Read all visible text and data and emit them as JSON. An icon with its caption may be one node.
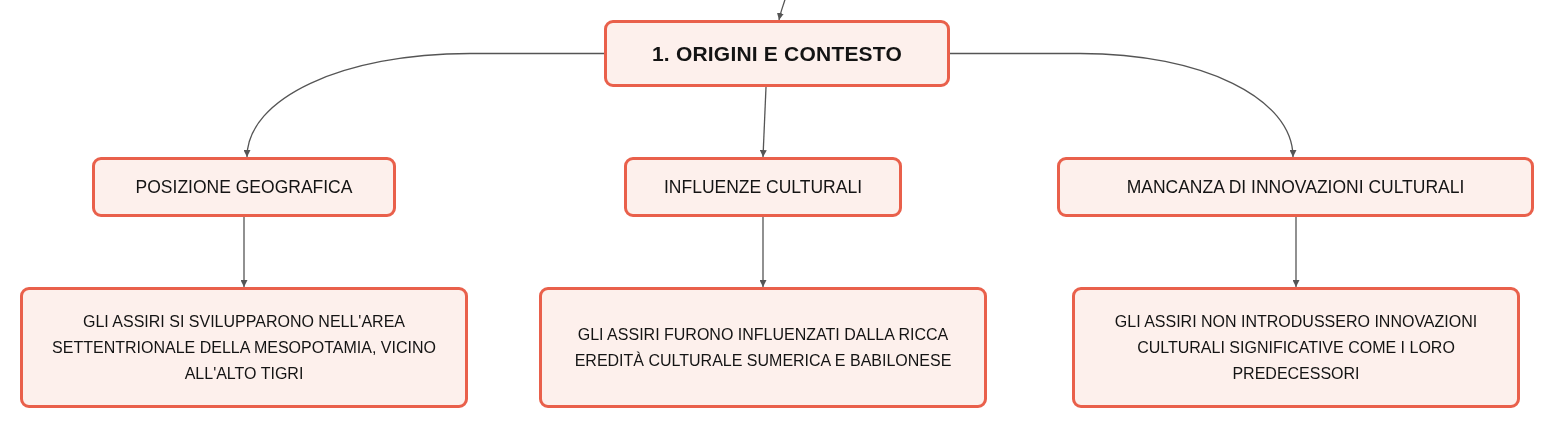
{
  "diagram": {
    "nodes": [
      {
        "text": [
          "1. ORIGINI E CONTESTO"
        ]
      },
      {
        "text": [
          "POSIZIONE GEOGRAFICA"
        ]
      },
      {
        "text": [
          "INFLUENZE CULTURALI"
        ]
      },
      {
        "text": [
          "MANCANZA DI INNOVAZIONI CULTURALI"
        ]
      },
      {
        "text": [
          "GLI ASSIRI SI SVILUPPARONO NELL'AREA SETTENTRIONALE DELLA MESOPOTAMIA, VICINO ALL'ALTO TIGRI"
        ]
      },
      {
        "text": [
          "GLI ASSIRI FURONO INFLUENZATI DALLA RICCA EREDITÀ CULTURALE SUMERICA E BABILONESE"
        ]
      },
      {
        "text": [
          "GLI ASSIRI NON INTRODUSSERO INNOVAZIONI CULTURALI SIGNIFICATIVE COME I LORO PREDECESSORI"
        ]
      }
    ],
    "edges": [
      {
        "from": null,
        "to": 0,
        "arrow": "to"
      },
      {
        "from": 0,
        "to": 1,
        "arrow": "to"
      },
      {
        "from": 0,
        "to": 2,
        "arrow": "to"
      },
      {
        "from": 0,
        "to": 3,
        "arrow": "to"
      },
      {
        "from": 1,
        "to": 4,
        "arrow": "to"
      },
      {
        "from": 2,
        "to": 5,
        "arrow": "to"
      },
      {
        "from": 3,
        "to": 6,
        "arrow": "to"
      }
    ]
  }
}
